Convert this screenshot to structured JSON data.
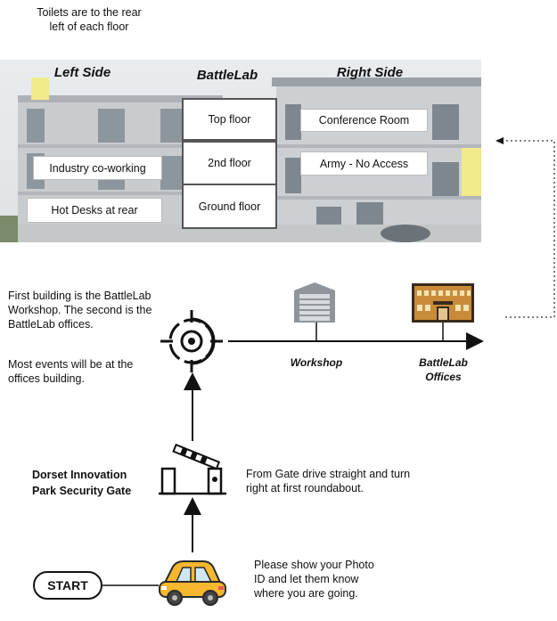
{
  "top_note": [
    "Toilets are to the rear",
    "left of each floor"
  ],
  "building": {
    "left_header": "Left Side",
    "center_header": "BattleLab",
    "right_header": "Right Side",
    "left_rooms": [
      "Industry co-working",
      "Hot Desks at rear"
    ],
    "floors": [
      "Top floor",
      "2nd floor",
      "Ground floor"
    ],
    "right_rooms": [
      "Conference Room",
      "Army - No Access"
    ]
  },
  "notes": {
    "first_building": "First building is the BattleLab Workshop. The second is the BattleLab offices.",
    "events": "Most events will be at the offices building.",
    "gate_directions": "From Gate drive straight and turn right at first roundabout.",
    "photo_id": "Please show your Photo ID and let them know where you are going."
  },
  "labels": {
    "workshop": "Workshop",
    "offices": [
      "BattleLab",
      "Offices"
    ],
    "gate": [
      "Dorset Innovation",
      "Park Security Gate"
    ],
    "start": "START"
  },
  "icons": {
    "target": "crosshair-target-icon",
    "workshop": "garage-building-icon",
    "offices": "office-building-icon",
    "gate": "barrier-gate-icon",
    "car": "car-icon"
  },
  "colors": {
    "car_body": "#f5b82e",
    "building_brick": "#c98b3a"
  }
}
